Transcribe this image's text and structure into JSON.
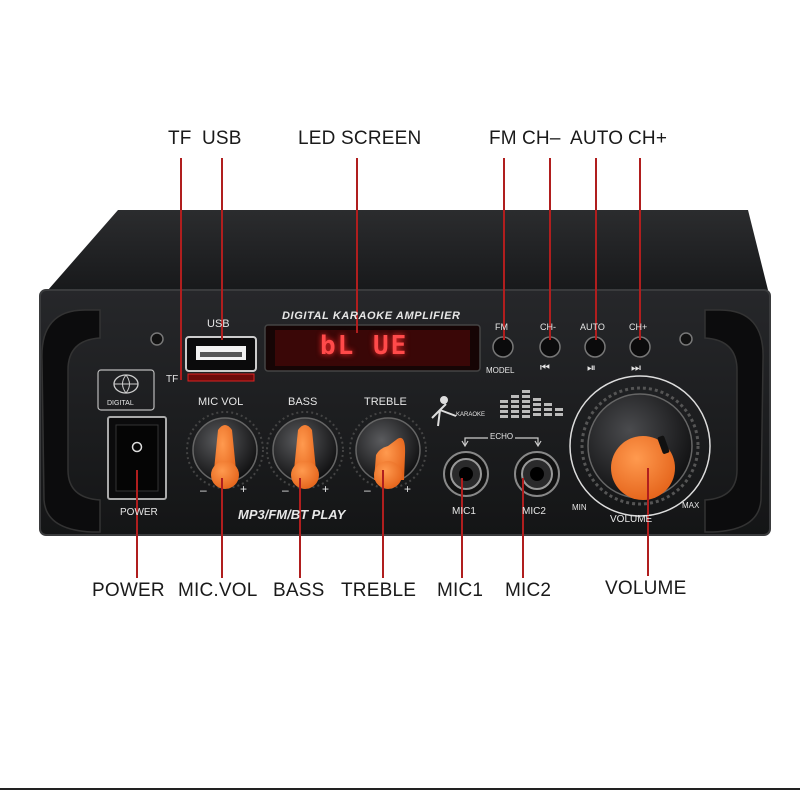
{
  "callouts": {
    "top": {
      "tf": "TF",
      "usb": "USB",
      "led_screen": "LED SCREEN",
      "fm": "FM",
      "ch_minus": "CH–",
      "auto": "AUTO",
      "ch_plus": "CH+"
    },
    "bottom": {
      "power": "POWER",
      "mic_vol": "MIC.VOL",
      "bass": "BASS",
      "treble": "TREBLE",
      "mic1": "MIC1",
      "mic2": "MIC2",
      "volume": "VOLUME"
    }
  },
  "panel": {
    "header": "DIGITAL KARAOKE AMPLIFIER",
    "lcd_text": "bL UE",
    "logo_text": "DIGITAL",
    "usb_label": "USB",
    "tf_label": "TF",
    "power_label": "POWER",
    "power_symbol": "O",
    "knobs": {
      "mic_vol": "MIC VOL",
      "bass": "BASS",
      "treble": "TREBLE",
      "minus": "–",
      "plus": "+"
    },
    "mode_text": "MP3/FM/BT PLAY",
    "karaoke": "KARAOKE",
    "echo": "ECHO",
    "mic1": "MIC1",
    "mic2": "MIC2",
    "buttons": {
      "fm": "FM",
      "model": "MODEL",
      "ch_minus": "CH-",
      "prev": "⏮",
      "auto": "AUTO",
      "play": "⏯",
      "ch_plus": "CH+",
      "next": "⏭"
    },
    "volume": {
      "label": "VOLUME",
      "min": "MIN",
      "max": "MAX"
    }
  },
  "colors": {
    "panel": "#1e1f21",
    "knob_orange": "#f47a2a",
    "lcd_red": "#ff3b3b",
    "callout_line": "#b01e1e"
  }
}
